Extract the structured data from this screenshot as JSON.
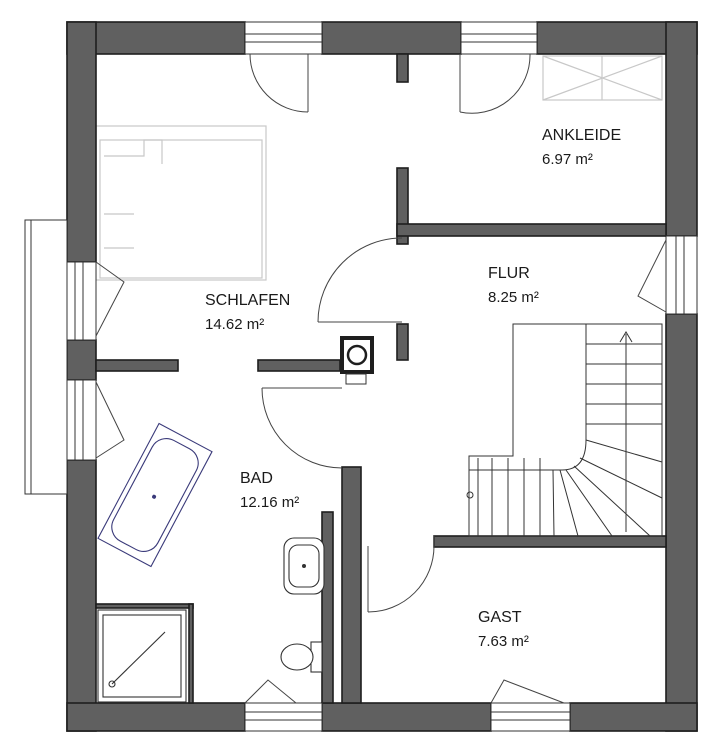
{
  "rooms": [
    {
      "id": "ankleide",
      "name": "ANKLEIDE",
      "area": "6.97 m²"
    },
    {
      "id": "flur",
      "name": "FLUR",
      "area": "8.25 m²"
    },
    {
      "id": "schlafen",
      "name": "SCHLAFEN",
      "area": "14.62 m²"
    },
    {
      "id": "bad",
      "name": "BAD",
      "area": "12.16 m²"
    },
    {
      "id": "gast",
      "name": "GAST",
      "area": "7.63 m²"
    }
  ]
}
